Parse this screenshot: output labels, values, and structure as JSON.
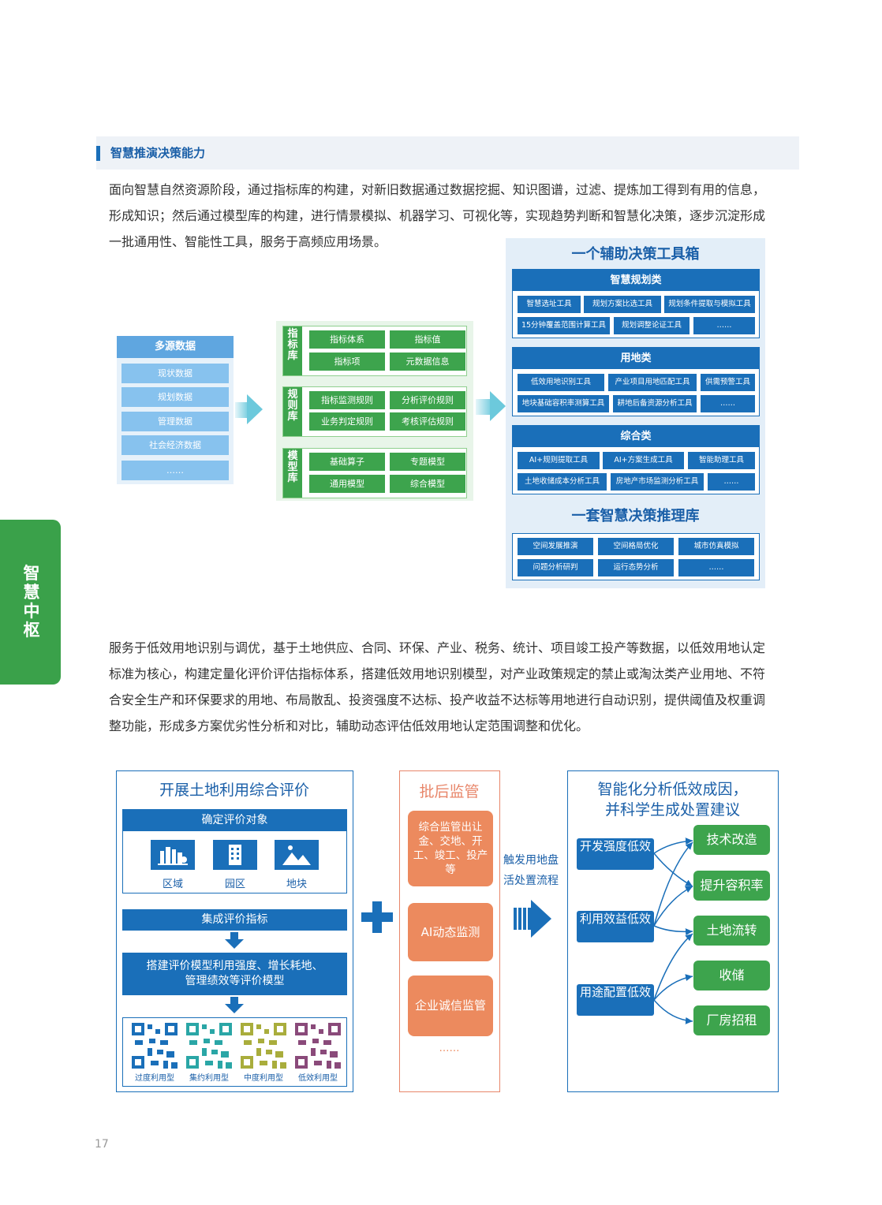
{
  "section": {
    "title": "智慧推演决策能力"
  },
  "intro": [
    "面向智慧自然资源阶段，通过指标库的构建，对新旧数据通过数据挖掘、知识图谱，过滤、提炼加工得到有用的信息，",
    "形成知识；然后通过模型库的构建，进行情景模拟、机器学习、可视化等，实现趋势判断和智慧化决策，逐步沉淀形成",
    "一批通用性、智能性工具，服务于高频应用场景。"
  ],
  "side_tab": "智慧中枢",
  "sources": {
    "title": "多源数据",
    "items": [
      "现状数据",
      "规划数据",
      "管理数据",
      "社会经济数据",
      "……"
    ]
  },
  "libraries": [
    {
      "label": "指标库",
      "items": [
        "指标体系",
        "指标值",
        "指标项",
        "元数据信息"
      ]
    },
    {
      "label": "规则库",
      "items": [
        "指标监测规则",
        "分析评价规则",
        "业务判定规则",
        "考核评估规则"
      ]
    },
    {
      "label": "模型库",
      "items": [
        "基础算子",
        "专题模型",
        "通用模型",
        "综合模型"
      ]
    }
  ],
  "toolbox": {
    "title": "一个辅助决策工具箱",
    "groups": [
      {
        "title": "智慧规划类",
        "rows": [
          [
            "智慧选址工具",
            "规划方案比选工具",
            "规划条件提取与模拟工具"
          ],
          [
            "15分钟覆盖范围计算工具",
            "规划调整论证工具",
            "……"
          ]
        ]
      },
      {
        "title": "用地类",
        "rows": [
          [
            "低效用地识别工具",
            "产业项目用地匹配工具",
            "供需预警工具"
          ],
          [
            "地块基础容积率测算工具",
            "耕地后备资源分析工具",
            "……"
          ]
        ]
      },
      {
        "title": "综合类",
        "rows": [
          [
            "AI+规则提取工具",
            "AI+方案生成工具",
            "智能助理工具"
          ],
          [
            "土地收储成本分析工具",
            "房地产市场监测分析工具",
            "……"
          ]
        ]
      }
    ],
    "reasoning_title": "一套智慧决策推理库",
    "reasoning": [
      [
        "空间发展推演",
        "空间格局优化",
        "城市仿真模拟"
      ],
      [
        "问题分析研判",
        "运行态势分析",
        "……"
      ]
    ]
  },
  "body": [
    "服务于低效用地识别与调优，基于土地供应、合同、环保、产业、税务、统计、项目竣工投产等数据，以低效用地认定",
    "标准为核心，构建定量化评价评估指标体系，搭建低效用地识别模型，对产业政策规定的禁止或淘汰类产业用地、不符",
    "合安全生产和环保要求的用地、布局散乱、投资强度不达标、投产收益不达标等用地进行自动识别，提供阈值及权重调",
    "整功能，形成多方案优劣性分析和对比，辅助动态评估低效用地认定范围调整和优化。"
  ],
  "eval": {
    "title": "开展土地利用综合评价",
    "step1": "确定评价对象",
    "objects": [
      "区域",
      "园区",
      "地块"
    ],
    "step2": "集成评价指标",
    "step3": "搭建评价模型利用强度、增长耗地、管理绩效等评价模型",
    "types": [
      "过度利用型",
      "集约利用型",
      "中度利用型",
      "低效利用型"
    ]
  },
  "supervise": {
    "title": "批后监管",
    "items": [
      "综合监管出让金、交地、开工、竣工、投产等",
      "AI动态监测",
      "企业诚信监管"
    ],
    "more": "……"
  },
  "trigger": [
    "触发用地盘",
    "活处置流程"
  ],
  "analysis": {
    "title": [
      "智能化分析低效成因，",
      "并科学生成处置建议"
    ],
    "causes": [
      "开发强度低效",
      "利用效益低效",
      "用途配置低效"
    ],
    "fixes": [
      "技术改造",
      "提升容积率",
      "土地流转",
      "收储",
      "厂房招租"
    ]
  },
  "page_number": "17",
  "colors": {
    "blue": "#1a6fb9",
    "green": "#3da44d",
    "orange": "#ec8a5e",
    "light_blue": "#87c2ee",
    "cyan": "#6cc9dc"
  }
}
